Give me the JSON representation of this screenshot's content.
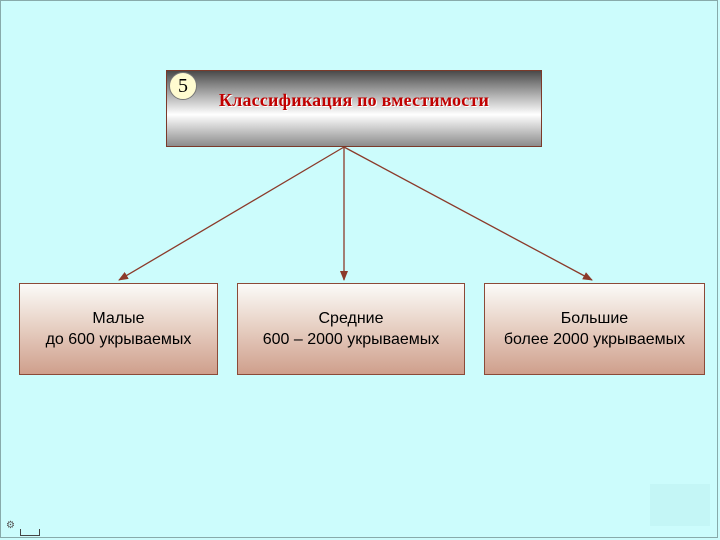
{
  "header": {
    "number": "5",
    "title": "Классификация по вместимости"
  },
  "categories": [
    {
      "name": "Малые",
      "range": "до 600 укрываемых"
    },
    {
      "name": "Средние",
      "range": "600 – 2000 укрываемых"
    },
    {
      "name": "Большие",
      "range": "более 2000 укрываемых"
    }
  ],
  "colors": {
    "background": "#ccfcfc",
    "title_text": "#c00000",
    "arrow": "#8b3a2a",
    "box_border": "#8b4a38"
  },
  "footer": {
    "icon": "nav-icon"
  }
}
